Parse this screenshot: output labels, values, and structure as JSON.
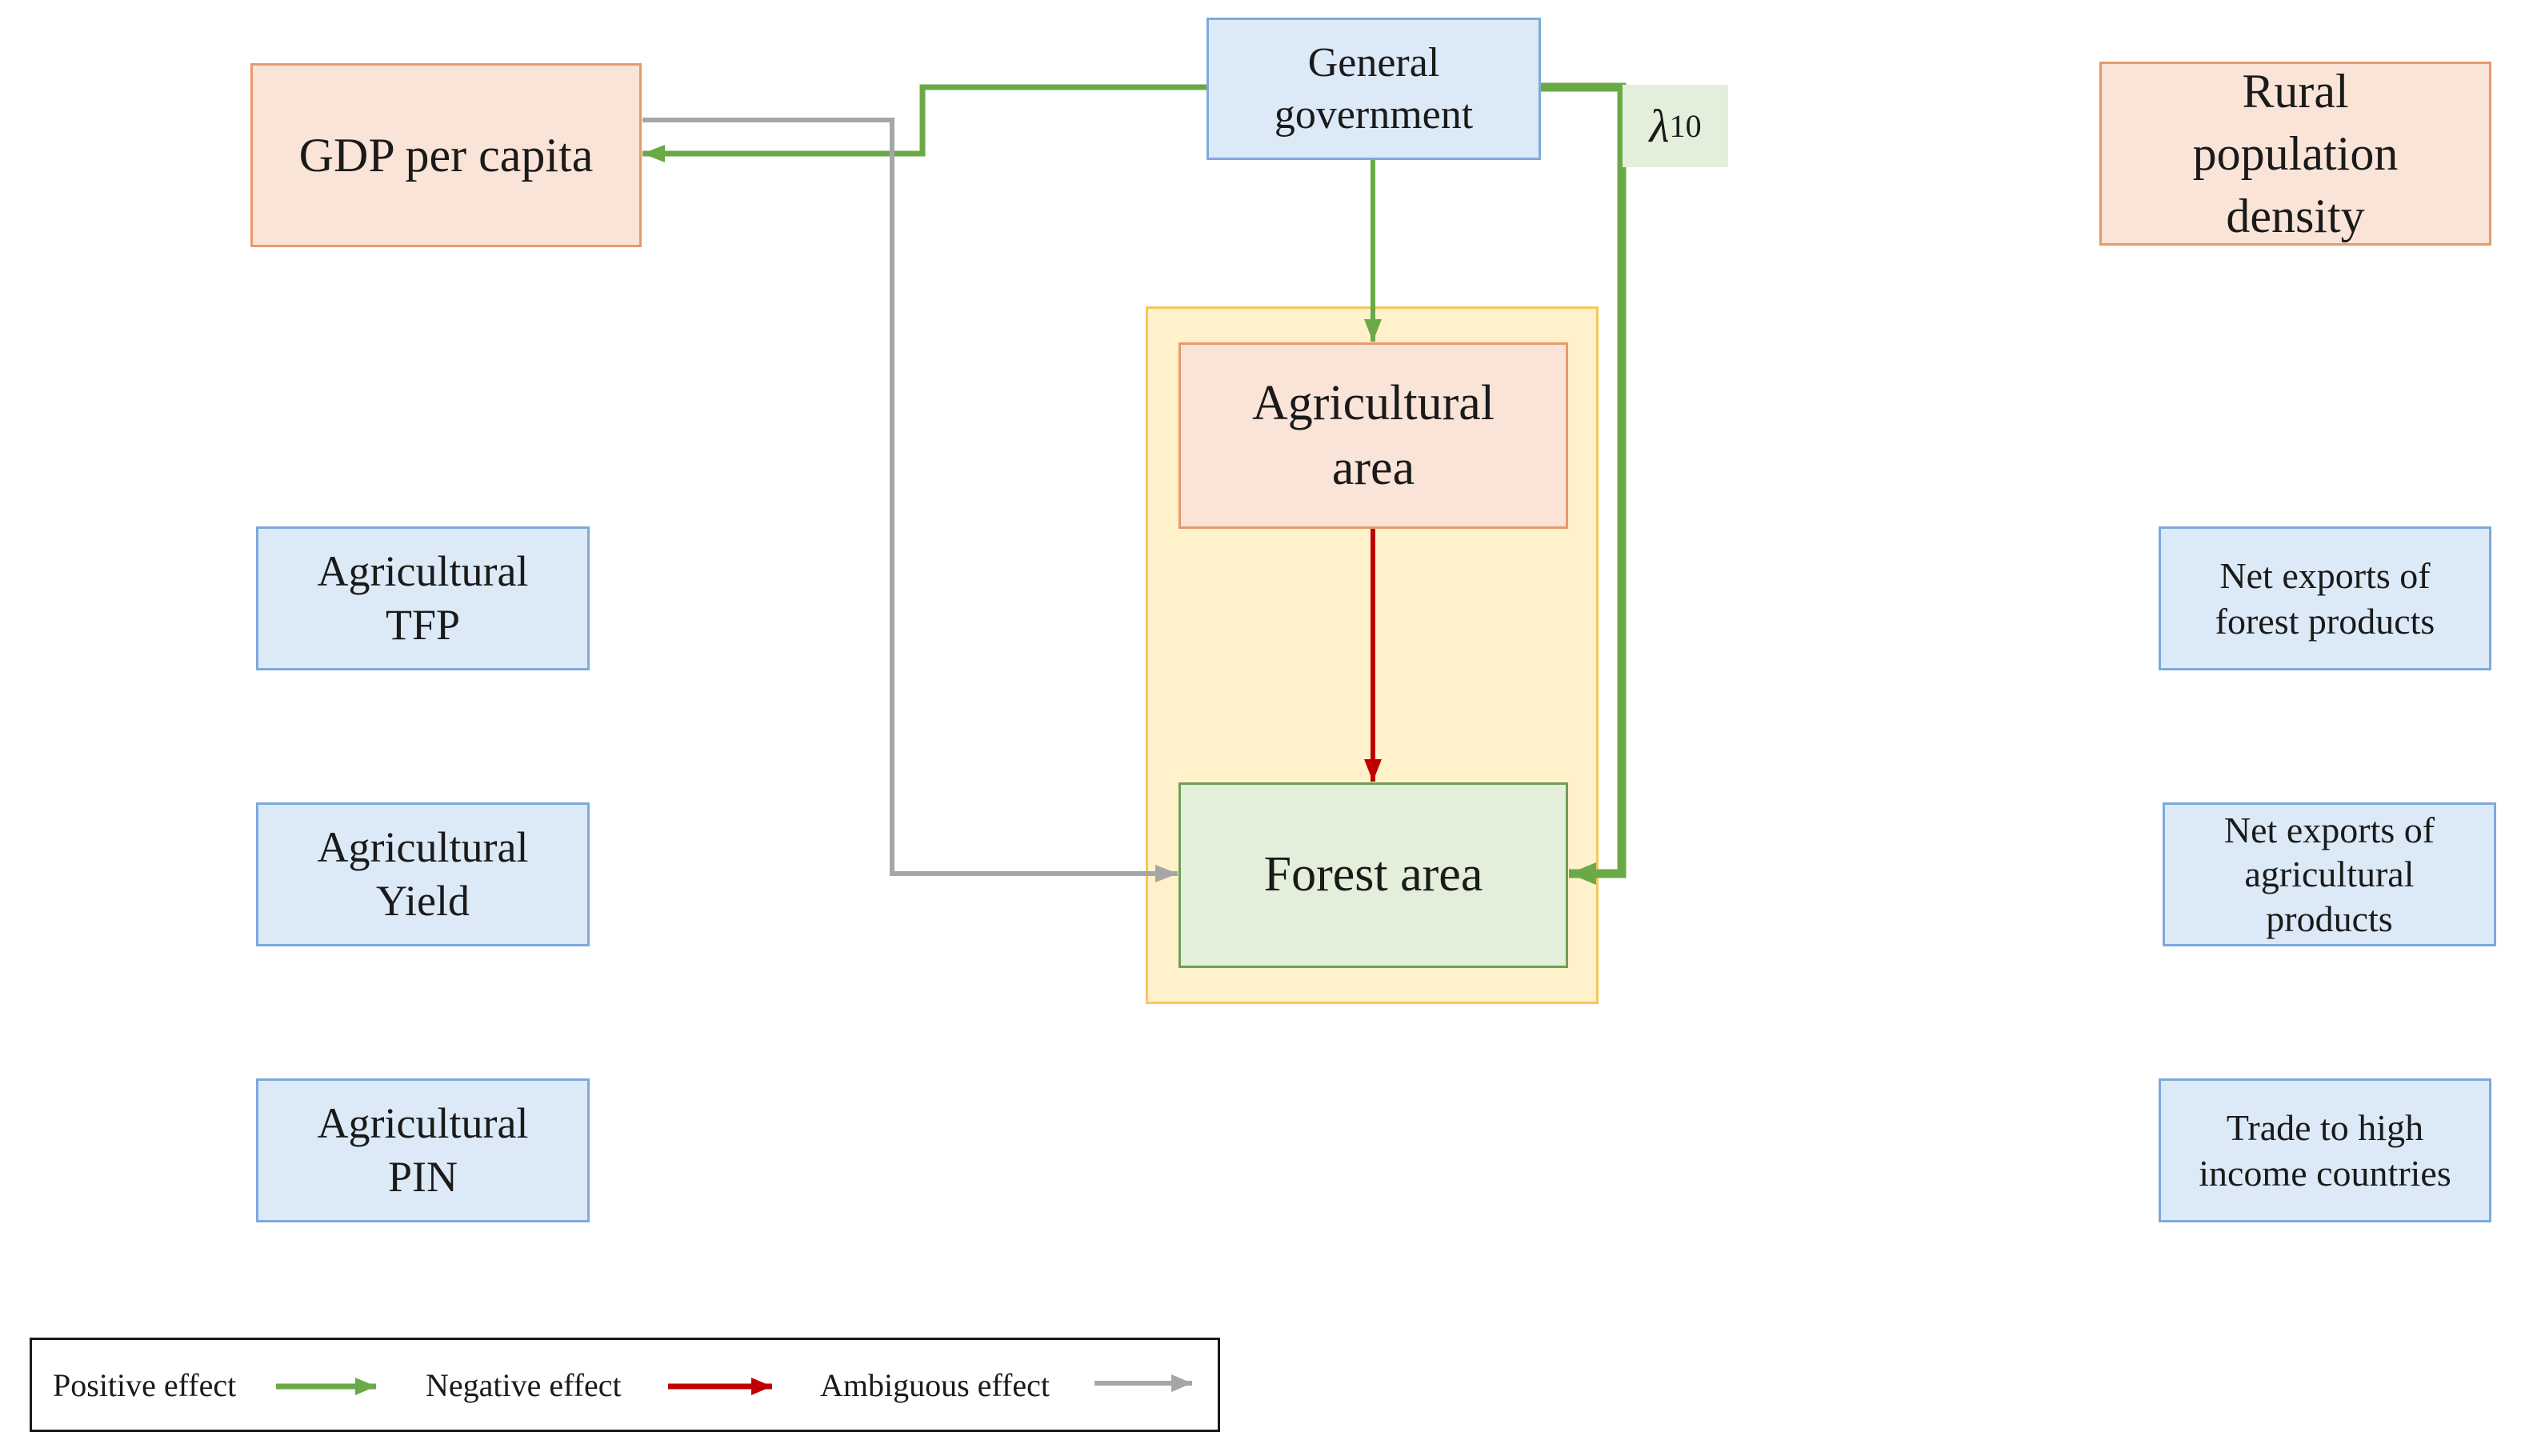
{
  "diagram": {
    "nodes": {
      "gdp": "GDP per capita",
      "general_government": [
        "General",
        "government"
      ],
      "rural_density": [
        "Rural",
        "population",
        "density"
      ],
      "agricultural_area": [
        "Agricultural",
        "area"
      ],
      "forest_area": "Forest area",
      "agri_tfp": [
        "Agricultural",
        "TFP"
      ],
      "agri_yield": [
        "Agricultural",
        "Yield"
      ],
      "agri_pin": [
        "Agricultural",
        "PIN"
      ],
      "net_exports_forest": [
        "Net exports of",
        "forest products"
      ],
      "net_exports_agri": [
        "Net exports of",
        "agricultural",
        "products"
      ],
      "trade_high_income": [
        "Trade to high",
        "income countries"
      ]
    },
    "lambda_label": {
      "symbol": "λ",
      "subscript": "10"
    },
    "edges": [
      {
        "from": "General government",
        "to": "GDP per capita",
        "effect": "positive"
      },
      {
        "from": "General government",
        "to": "Agricultural area",
        "effect": "positive"
      },
      {
        "from": "General government",
        "to": "Forest area",
        "effect": "positive",
        "label": "λ10"
      },
      {
        "from": "Agricultural area",
        "to": "Forest area",
        "effect": "negative"
      },
      {
        "from": "GDP per capita",
        "to": "Forest area",
        "effect": "ambiguous"
      }
    ],
    "colors": {
      "positive": "#6aaa46",
      "negative": "#c00000",
      "ambiguous": "#a6a6a6",
      "blue_node_fill": "#dce9f6",
      "orange_node_fill": "#fae4d8",
      "green_node_fill": "#e3efda",
      "highlight_fill": "#fff1c9"
    }
  },
  "legend": {
    "positive": "Positive effect",
    "negative": "Negative effect",
    "ambiguous": "Ambiguous effect"
  }
}
